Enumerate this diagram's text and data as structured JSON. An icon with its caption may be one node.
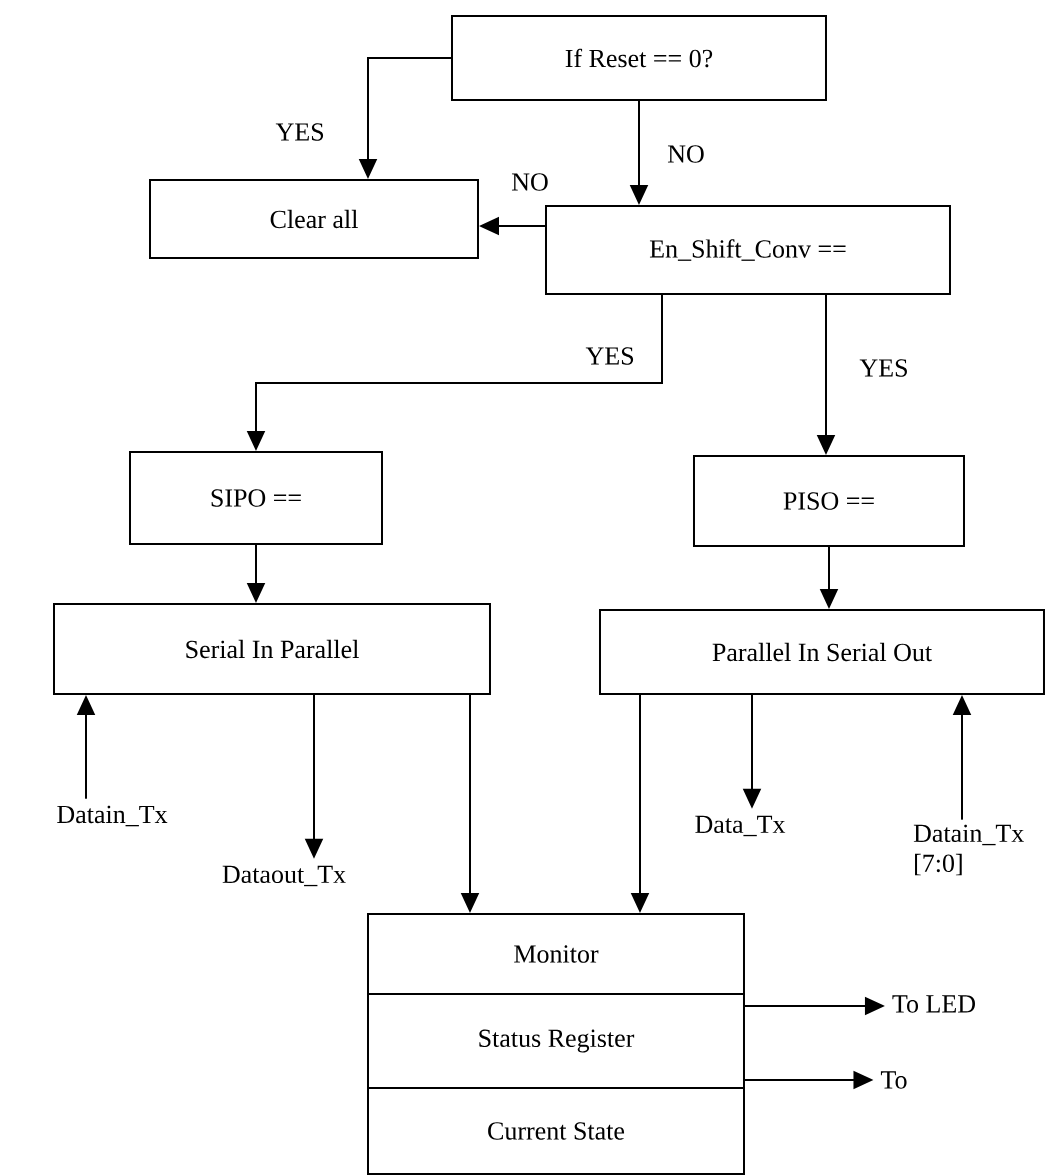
{
  "diagram": {
    "nodes": [
      {
        "text": [
          "If Reset == 0?"
        ]
      },
      {
        "text": [
          "Clear all"
        ]
      },
      {
        "text": [
          "En_Shift_Conv =="
        ]
      },
      {
        "text": [
          "SIPO =="
        ]
      },
      {
        "text": [
          "PISO =="
        ]
      },
      {
        "text": [
          "Serial In Parallel"
        ]
      },
      {
        "text": [
          "Parallel In Serial Out"
        ]
      },
      {
        "text": [
          "Datain_Tx"
        ]
      },
      {
        "text": [
          "Dataout_Tx"
        ]
      },
      {
        "text": [
          "Data_Tx"
        ]
      },
      {
        "text": [
          "Datain_Tx [7:0]"
        ]
      },
      {
        "text": [
          "Monitor"
        ]
      },
      {
        "text": [
          "Status Register"
        ]
      },
      {
        "text": [
          "Current State"
        ]
      },
      {
        "text": [
          "To LED"
        ]
      },
      {
        "text": [
          "To"
        ]
      }
    ],
    "edges": [
      {
        "from": 0,
        "to": 1,
        "arrow": "to",
        "label": "YES"
      },
      {
        "from": 0,
        "to": 2,
        "arrow": "to",
        "label": "NO"
      },
      {
        "from": 2,
        "to": 1,
        "arrow": "to",
        "label": "NO"
      },
      {
        "from": 2,
        "to": 3,
        "arrow": "to",
        "label": "YES"
      },
      {
        "from": 2,
        "to": 4,
        "arrow": "to",
        "label": "YES"
      },
      {
        "from": 3,
        "to": 5,
        "arrow": "to"
      },
      {
        "from": 4,
        "to": 6,
        "arrow": "to"
      },
      {
        "from": 7,
        "to": 5,
        "arrow": "to"
      },
      {
        "from": 5,
        "to": 8,
        "arrow": "to"
      },
      {
        "from": 5,
        "to": 11,
        "arrow": "to"
      },
      {
        "from": 6,
        "to": 11,
        "arrow": "to"
      },
      {
        "from": 6,
        "to": 9,
        "arrow": "to"
      },
      {
        "from": 10,
        "to": 6,
        "arrow": "to"
      },
      {
        "from": 12,
        "to": 14,
        "arrow": "to"
      },
      {
        "from": 12,
        "to": 15,
        "arrow": "to"
      }
    ]
  }
}
